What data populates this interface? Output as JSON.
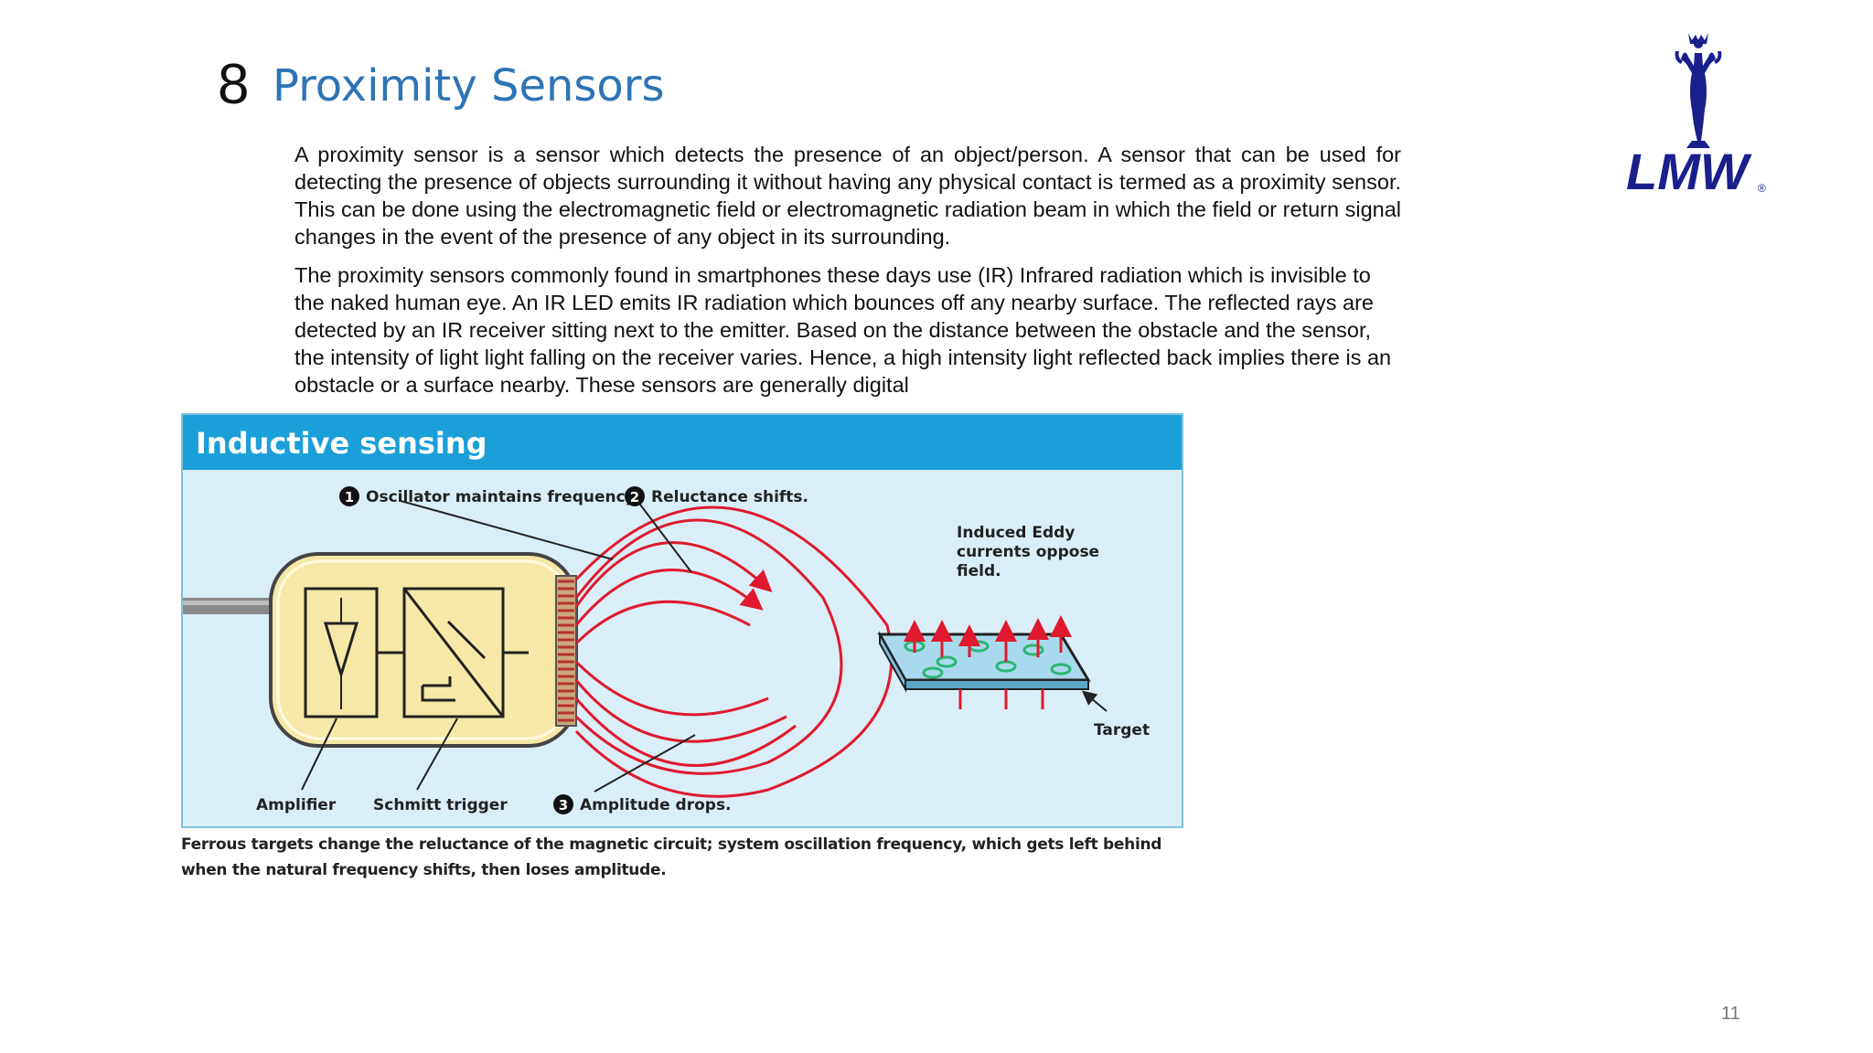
{
  "slide": {
    "number": "8",
    "title": "Proximity Sensors",
    "page_number": "11"
  },
  "logo": {
    "text": "LMW",
    "registered_mark": "®",
    "color": "#1a1f8c"
  },
  "paragraphs": [
    "A proximity sensor is a sensor which detects the presence of an object/person. A sensor that can be used for detecting the presence of objects surrounding it without having any physical contact is termed as a proximity sensor. This can be done using the electromagnetic field or electromagnetic radiation beam in which the field or return signal changes in the event of the presence of any object in its surrounding.",
    "The proximity sensors commonly found in smartphones these days use (IR) Infrared radiation which is invisible to the naked human eye. An IR LED emits IR radiation which bounces off any nearby surface. The reflected rays are detected by an IR receiver sitting next to the emitter. Based on the distance between the obstacle and the sensor, the intensity of light light falling on the receiver varies. Hence, a high intensity light reflected back implies there is an obstacle or a surface nearby. These sensors are generally digital"
  ],
  "figure": {
    "title": "Inductive sensing",
    "labels": {
      "step1_num": "1",
      "step1": "Oscillator maintains frequency.",
      "step2_num": "2",
      "step2": "Reluctance shifts.",
      "step3_num": "3",
      "step3": "Amplitude drops.",
      "eddy_line1": "Induced Eddy",
      "eddy_line2": "currents oppose",
      "eddy_line3": "field.",
      "target": "Target",
      "amplifier": "Amplifier",
      "schmitt": "Schmitt trigger"
    },
    "caption": "Ferrous targets change the reluctance of the magnetic circuit; system oscillation frequency, which gets left behind when the natural frequency shifts, then loses amplitude.",
    "colors": {
      "header": "#1b9fd8",
      "background": "#daeef7",
      "sensor_body": "#f6e9a8",
      "field_lines": "#e0192e",
      "eddy_currents": "#2bb673",
      "target": "#a9d9ec"
    }
  }
}
